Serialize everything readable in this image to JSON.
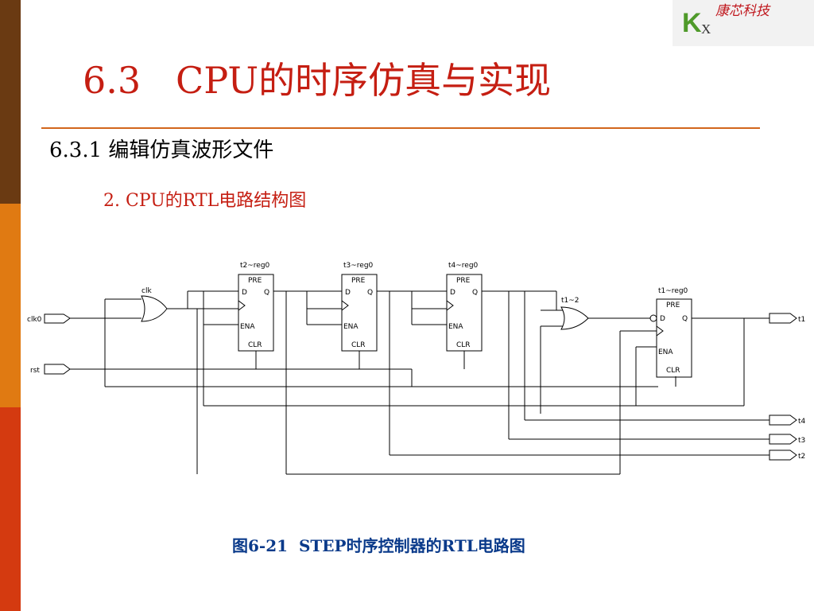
{
  "logo": {
    "letter_k": "K",
    "letter_x": "X",
    "company": "康芯科技"
  },
  "slide": {
    "title": "6.3   CPU的时序仿真与实现",
    "subtitle": "6.3.1 编辑仿真波形文件",
    "section": "2. CPU的RTL电路结构图",
    "caption": "图6-21  STEP时序控制器的RTL电路图"
  },
  "diagram": {
    "inputs": {
      "clk": "clk0",
      "rst": "rst"
    },
    "outputs": {
      "t1": "t1",
      "t4": "t4",
      "t3": "t3",
      "t2": "t2"
    },
    "gates": {
      "or_clk": "clk",
      "or_t1": "t1~2"
    },
    "flipflops": [
      {
        "name": "t2~reg0",
        "pre": "PRE",
        "d": "D",
        "q": "Q",
        "ena": "ENA",
        "clr": "CLR"
      },
      {
        "name": "t3~reg0",
        "pre": "PRE",
        "d": "D",
        "q": "Q",
        "ena": "ENA",
        "clr": "CLR"
      },
      {
        "name": "t4~reg0",
        "pre": "PRE",
        "d": "D",
        "q": "Q",
        "ena": "ENA",
        "clr": "CLR"
      },
      {
        "name": "t1~reg0",
        "pre": "PRE",
        "d": "D",
        "q": "Q",
        "ena": "ENA",
        "clr": "CLR"
      }
    ]
  },
  "colors": {
    "stripe_top": "#6a3a12",
    "stripe_mid": "#e07a12",
    "stripe_bottom": "#d43a10",
    "title": "#c51e12",
    "rule": "#d2661c",
    "caption": "#0a3a8a",
    "logo_k": "#4f9a2a"
  }
}
